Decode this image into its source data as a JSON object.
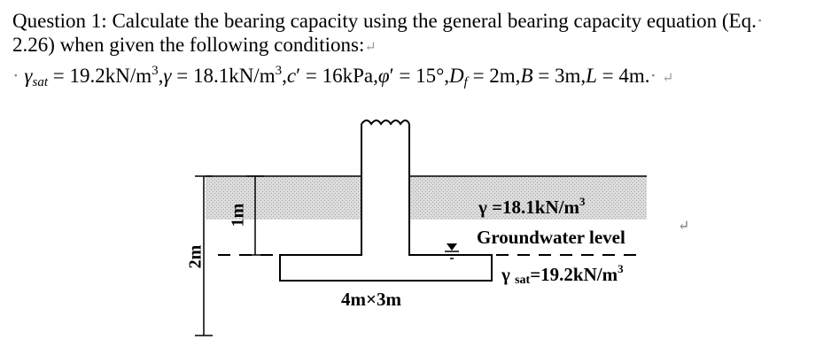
{
  "question": {
    "line1": "Question 1: Calculate the bearing capacity using the general bearing capacity equation (Eq.",
    "line2": "2.26) when given the following conditions:",
    "conditions": {
      "gamma_sat": "= 19.2kN/m",
      "gamma": "= 18.1kN/m",
      "c": "= 16kPa,",
      "phi": "= 15°,",
      "Df": "= 2m,",
      "B": "= 3m,",
      "L": "= 4m."
    }
  },
  "figure": {
    "gamma_label": "γ =18.1kN/m",
    "gamma_sup": "3",
    "gw_label": "Groundwater level",
    "gamma_sat_prefix": "γ ",
    "gamma_sat_sub": "sat",
    "gamma_sat_value": "=19.2kN/m",
    "gamma_sat_sup": "3",
    "footing_label": "4m×3m",
    "dim_2m": "2m",
    "dim_1m": "1m"
  },
  "colors": {
    "soil_fill": "#dcdcdc",
    "soil_dots": "#a8a8a8",
    "return_mark": "#999999"
  }
}
